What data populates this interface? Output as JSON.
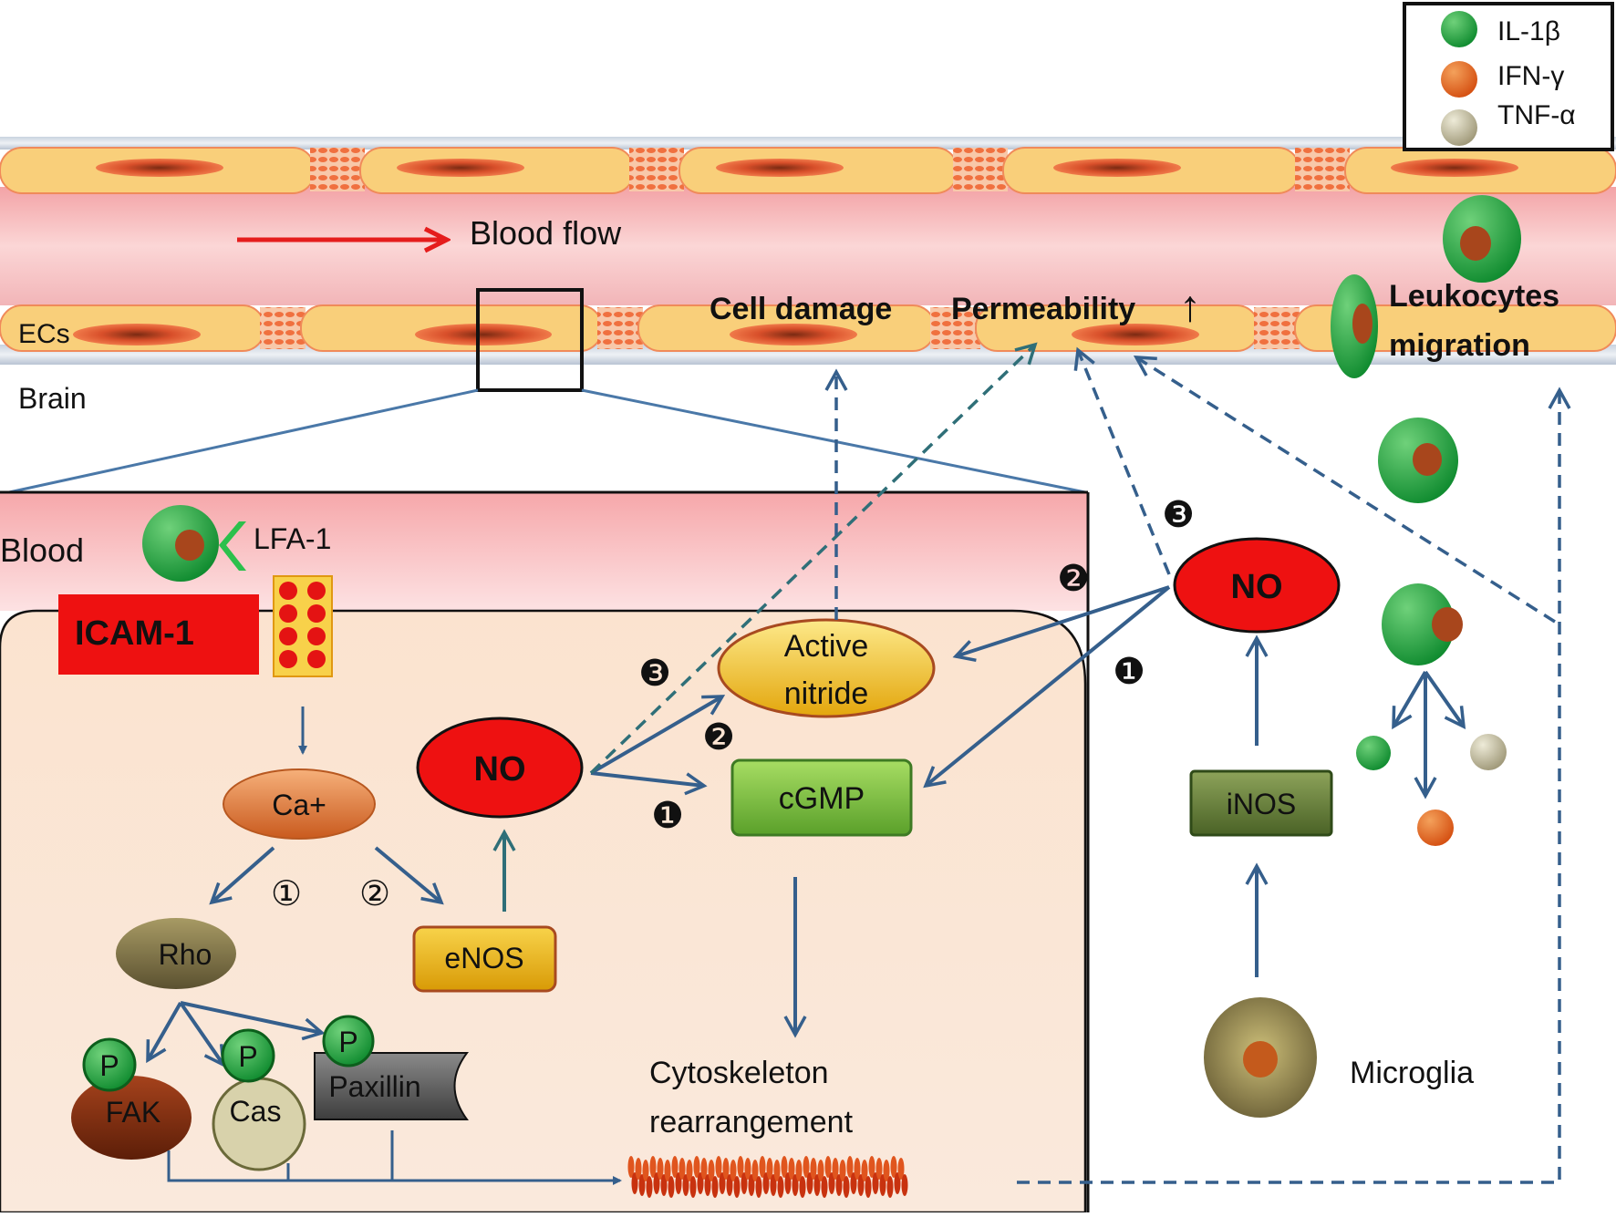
{
  "legend": {
    "items": [
      {
        "label": "IL-1β",
        "color": "#3fae4a"
      },
      {
        "label": "IFN-γ",
        "color": "#e0661e"
      },
      {
        "label": "TNF-α",
        "color": "#b7b08a"
      }
    ]
  },
  "vessel": {
    "blood_flow_label": "Blood flow",
    "ecs_label": "ECs",
    "brain_label": "Brain",
    "cell_damage_label": "Cell damage",
    "permeability_label": "Permeability",
    "permeability_arrow": "↑",
    "leukocytes_label_line1": "Leukocytes",
    "leukocytes_label_line2": "migration"
  },
  "zoom": {
    "blood_label": "Blood",
    "lfa1_label": "LFA-1",
    "icam1_label": "ICAM-1",
    "ca_label": "Ca+",
    "step_1": "①",
    "step_2": "②",
    "rho_label": "Rho",
    "enos_label": "eNOS",
    "no_label": "NO",
    "active_nitride_line1": "Active",
    "active_nitride_line2": "nitride",
    "cgmp_label": "cGMP",
    "fak_label": "FAK",
    "cas_label": "Cas",
    "paxillin_label": "Paxillin",
    "p_label": "P",
    "cytoskeleton_line1": "Cytoskeleton",
    "cytoskeleton_line2": "rearrangement",
    "badge_1": "❶",
    "badge_2": "❷",
    "badge_3": "❸"
  },
  "microglia_side": {
    "no_label": "NO",
    "inos_label": "iNOS",
    "microglia_label": "Microglia",
    "badge_1": "❶",
    "badge_2": "❷",
    "badge_3": "❸"
  }
}
